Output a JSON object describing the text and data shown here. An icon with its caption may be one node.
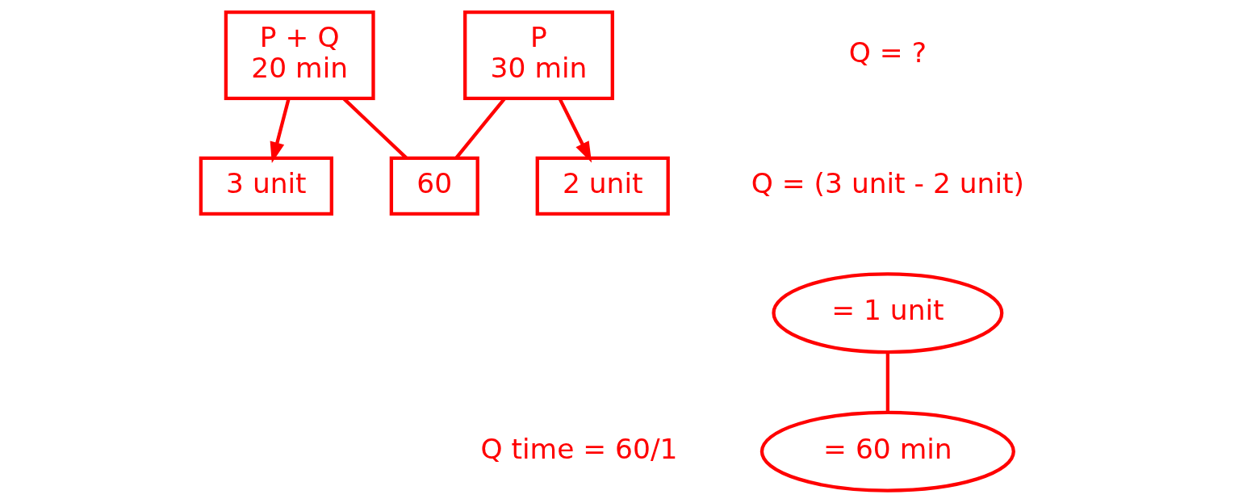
{
  "diagram": {
    "nodes": [
      {
        "text": [
          "P + Q",
          "20 min"
        ]
      },
      {
        "text": [
          "P",
          "30 min"
        ]
      },
      {
        "text": [
          "3 unit"
        ]
      },
      {
        "text": [
          "2 unit"
        ]
      },
      {
        "text": [
          "60"
        ]
      },
      {
        "text": [
          "= 1 unit"
        ]
      },
      {
        "text": [
          "= 60 min"
        ]
      }
    ],
    "edges": [
      {
        "from": 0,
        "to": 2,
        "arrow": "to"
      },
      {
        "from": 1,
        "to": 3,
        "arrow": "to"
      },
      {
        "from": 0,
        "to": 4,
        "arrow": "none"
      },
      {
        "from": 1,
        "to": 4,
        "arrow": "none"
      },
      {
        "from": 5,
        "to": 6,
        "arrow": "none"
      }
    ],
    "labels": [
      "Q = ?",
      "Q = (3 unit - 2 unit)",
      "Q time = 60/1"
    ]
  }
}
